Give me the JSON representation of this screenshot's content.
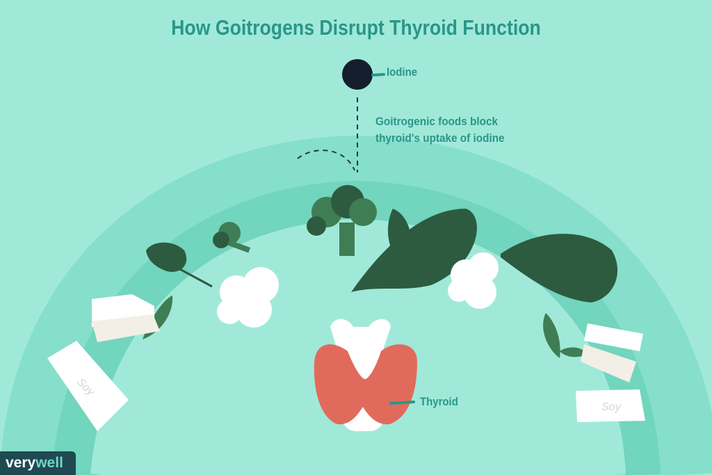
{
  "title": "How Goitrogens Disrupt Thyroid Function",
  "labels": {
    "iodine": "Iodine",
    "caption_line1": "Goitrogenic foods block",
    "caption_line2": "thyroid's uptake of iodine",
    "thyroid": "Thyroid"
  },
  "carton_text": "Soy",
  "logo": {
    "part1": "very",
    "part2": "well"
  },
  "colors": {
    "background": "#a0e9d9",
    "arc_outer": "#86dfca",
    "arc_inner": "#72d5be",
    "text": "#2a9689",
    "iodine": "#141e2c",
    "thyroid": "#e06b5c",
    "leaf_dark": "#2d5b40",
    "leaf_mid": "#3f7d55"
  }
}
